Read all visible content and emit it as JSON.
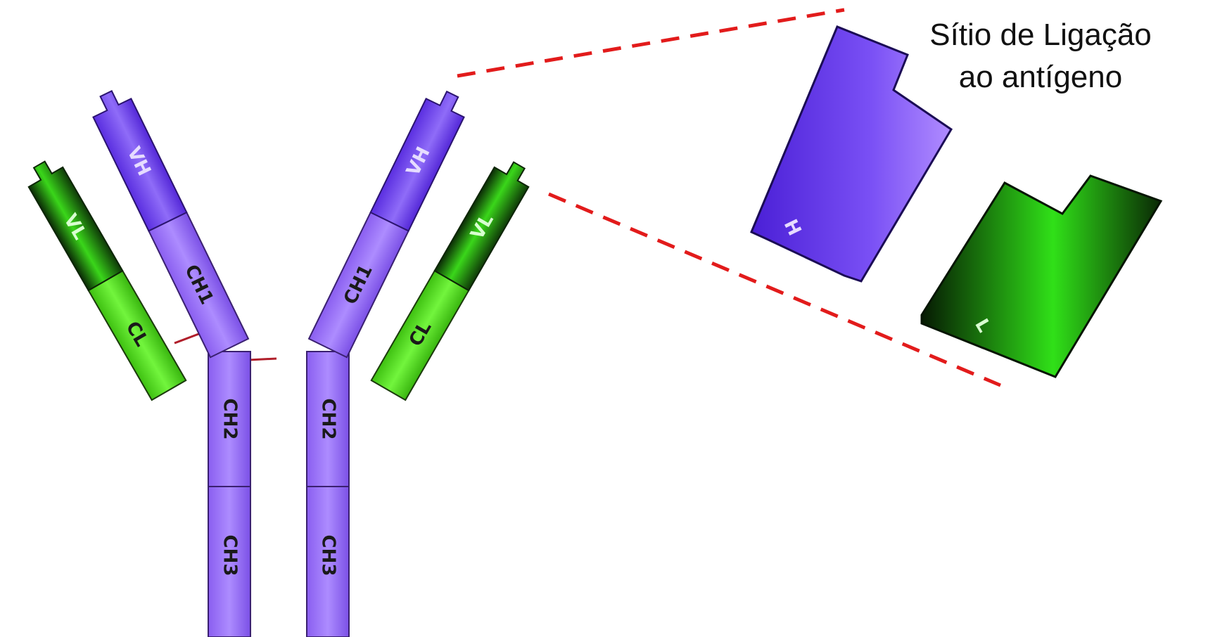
{
  "caption": {
    "line1": "Sítio de Ligação",
    "line2": "ao antígeno"
  },
  "domains": {
    "left_vl": "VL",
    "left_vh": "VH",
    "left_ch1": "CH1",
    "left_cl": "CL",
    "right_vh": "VH",
    "right_vl": "VL",
    "right_ch1": "CH1",
    "right_cl": "CL",
    "left_ch2": "CH2",
    "left_ch3": "CH3",
    "right_ch2": "CH2",
    "right_ch3": "CH3"
  },
  "colors": {
    "heavy_chain": "#9b72f2",
    "heavy_variable": "#6a3be8",
    "light_constant": "#4fd81e",
    "light_variable": "#2fa91a",
    "disulfide": "#b01e2a",
    "zoom_lines": "#e21b1b"
  }
}
